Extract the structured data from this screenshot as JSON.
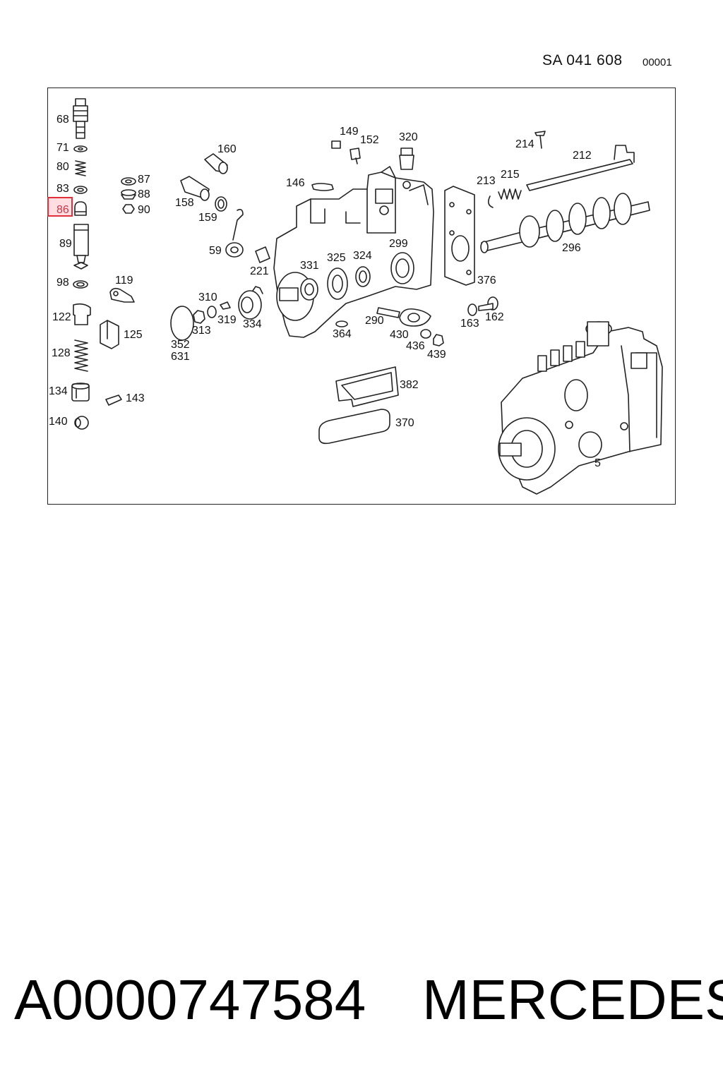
{
  "header": {
    "drawing_code": "SA 041 608",
    "sheet": "00001"
  },
  "highlight": {
    "part": "86"
  },
  "parts": [
    {
      "id": "p68",
      "label": "68"
    },
    {
      "id": "p71",
      "label": "71"
    },
    {
      "id": "p80",
      "label": "80"
    },
    {
      "id": "p83",
      "label": "83"
    },
    {
      "id": "p86",
      "label": "86"
    },
    {
      "id": "p89",
      "label": "89"
    },
    {
      "id": "p98",
      "label": "98"
    },
    {
      "id": "p122",
      "label": "122"
    },
    {
      "id": "p128",
      "label": "128"
    },
    {
      "id": "p134",
      "label": "134"
    },
    {
      "id": "p140",
      "label": "140"
    },
    {
      "id": "p87",
      "label": "87"
    },
    {
      "id": "p88",
      "label": "88"
    },
    {
      "id": "p90",
      "label": "90"
    },
    {
      "id": "p119",
      "label": "119"
    },
    {
      "id": "p125",
      "label": "125"
    },
    {
      "id": "p143",
      "label": "143"
    },
    {
      "id": "p160",
      "label": "160"
    },
    {
      "id": "p158",
      "label": "158"
    },
    {
      "id": "p159",
      "label": "159"
    },
    {
      "id": "p59",
      "label": "59"
    },
    {
      "id": "p221",
      "label": "221"
    },
    {
      "id": "p310",
      "label": "310"
    },
    {
      "id": "p313",
      "label": "313"
    },
    {
      "id": "p319",
      "label": "319"
    },
    {
      "id": "p334",
      "label": "334"
    },
    {
      "id": "p352",
      "label": "352"
    },
    {
      "id": "p631",
      "label": "631"
    },
    {
      "id": "p149",
      "label": "149"
    },
    {
      "id": "p152",
      "label": "152"
    },
    {
      "id": "p320",
      "label": "320"
    },
    {
      "id": "p146",
      "label": "146"
    },
    {
      "id": "p331",
      "label": "331"
    },
    {
      "id": "p325",
      "label": "325"
    },
    {
      "id": "p324",
      "label": "324"
    },
    {
      "id": "p299",
      "label": "299"
    },
    {
      "id": "p364",
      "label": "364"
    },
    {
      "id": "p290",
      "label": "290"
    },
    {
      "id": "p430",
      "label": "430"
    },
    {
      "id": "p436",
      "label": "436"
    },
    {
      "id": "p439",
      "label": "439"
    },
    {
      "id": "p376",
      "label": "376"
    },
    {
      "id": "p214",
      "label": "214"
    },
    {
      "id": "p212",
      "label": "212"
    },
    {
      "id": "p213",
      "label": "213"
    },
    {
      "id": "p215",
      "label": "215"
    },
    {
      "id": "p296",
      "label": "296"
    },
    {
      "id": "p163",
      "label": "163"
    },
    {
      "id": "p162",
      "label": "162"
    },
    {
      "id": "p382",
      "label": "382"
    },
    {
      "id": "p370",
      "label": "370"
    },
    {
      "id": "p5",
      "label": "5"
    }
  ],
  "footer": {
    "part_number": "A0000747584",
    "brand": "MERCEDES"
  }
}
